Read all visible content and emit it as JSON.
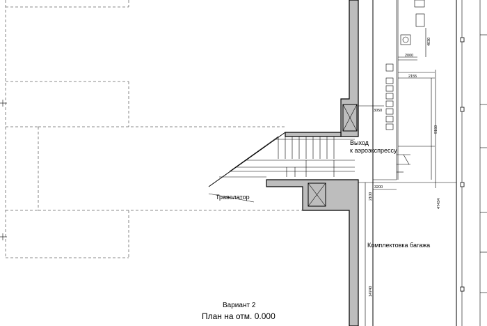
{
  "labels": {
    "exit_line1": "Выход",
    "exit_line2": "к аэроэкспрессу",
    "travolator": "Траволатор",
    "baggage": "Комплектовка багажа",
    "variant": "Вариант 2",
    "plan_title": "План на отм. 0.000"
  },
  "dimensions": {
    "d4030": "4030",
    "d2000": "2000",
    "d2155": "2155",
    "d3050": "3050",
    "d9150": "9150",
    "d3200": "3200",
    "d2100": "2100",
    "d47434": "47434",
    "d14740": "14740"
  },
  "colors": {
    "wall_fill": "#bdbdbd",
    "line": "#000000",
    "dashed": "#666666"
  }
}
